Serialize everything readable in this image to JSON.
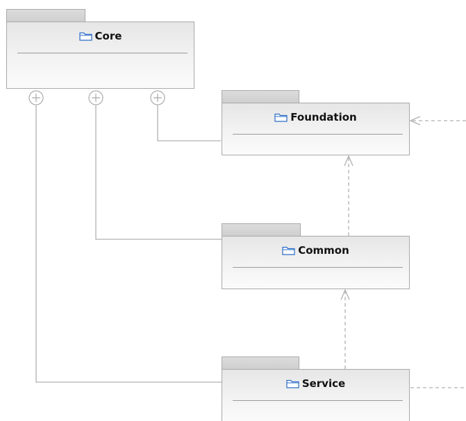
{
  "diagram": {
    "packages": {
      "core": {
        "name": "Core"
      },
      "foundation": {
        "name": "Foundation"
      },
      "common": {
        "name": "Common"
      },
      "service": {
        "name": "Service"
      }
    },
    "icons": {
      "package": "folder-icon",
      "containment": "circle-plus-icon",
      "dependency_arrow": "open-arrowhead-icon"
    },
    "colors": {
      "package_fill_top": "#e6e6e6",
      "package_fill_bottom": "#fbfbfb",
      "package_border": "#a9a9a9",
      "tab_fill": "#d4d4d4",
      "connector": "#b0b0b0",
      "folder_icon": "#2a6cc7",
      "label_text": "#111111"
    }
  }
}
